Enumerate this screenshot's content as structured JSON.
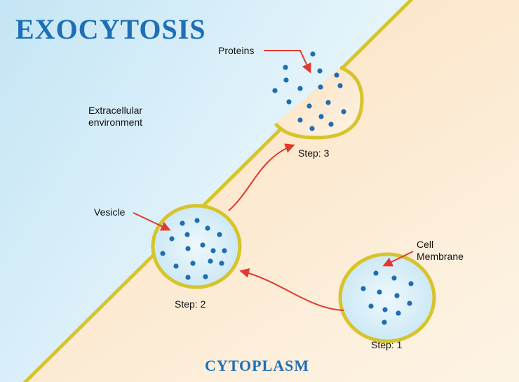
{
  "title": "EXOCYTOSIS",
  "region_labels": {
    "extracellular_line1": "Extracellular",
    "extracellular_line2": "environment",
    "cytoplasm": "CYTOPLASM"
  },
  "callouts": {
    "proteins": "Proteins",
    "vesicle": "Vesicle",
    "cell_membrane_line1": "Cell",
    "cell_membrane_line2": "Membrane"
  },
  "steps": {
    "step1": "Step: 1",
    "step2": "Step: 2",
    "step3": "Step: 3"
  },
  "colors": {
    "title": "#1e6fb5",
    "membrane": "#d6c42a",
    "protein_dot": "#1f6db3",
    "arrow": "#e03a2f",
    "extracellular_bg": "#d3ecf7",
    "cytoplasm_bg": "#fbe6c8",
    "vesicle_fill": "#d7eef8"
  }
}
